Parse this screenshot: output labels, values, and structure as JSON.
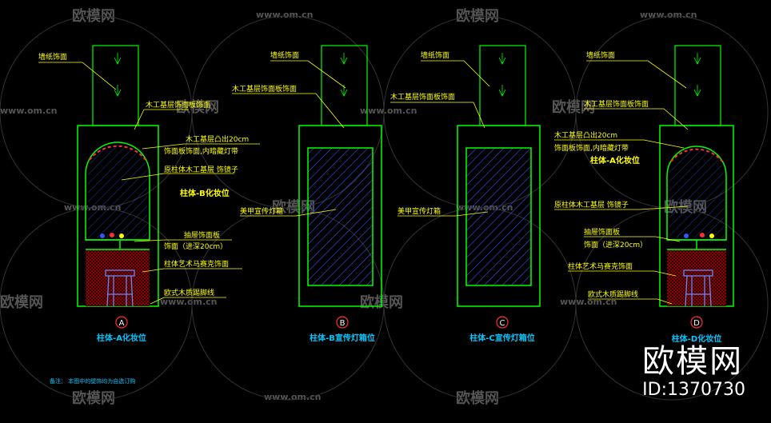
{
  "colors": {
    "background": "#000000",
    "outline": "#00ff00",
    "label_text": "#ffff00",
    "leader": "#ffff00",
    "marker": "#ff3030",
    "panel_hatch": "#3355ff",
    "mosaic": "#8a0000",
    "title_text": "#00c8ff",
    "note_text": "#00c8ff",
    "watermark": "#555555"
  },
  "watermarks": {
    "site": "www.om.cn",
    "brand": "欧模网",
    "stamp_brand": "欧模网",
    "stamp_id": "ID:1370730"
  },
  "note": "备注：   本图中的壁饰均为自选订购",
  "elevations": [
    {
      "id": "A",
      "title": "柱体-A化妆位",
      "style": "arch-mirror",
      "labels": [
        "墙纸饰面",
        "木工基层饰面板饰面",
        "木工基层凸出20cm",
        "饰面板饰面,内暗藏灯带",
        "原柱体木工基层  饰镜子",
        "柱体-B化妆位",
        "抽屉饰面板",
        "饰面（进深20cm）",
        "柱体艺术马赛克饰面",
        "欧式木质踢脚线"
      ]
    },
    {
      "id": "B",
      "title": "柱体-B宣传灯箱位",
      "style": "light-box",
      "labels": [
        "墙纸饰面",
        "木工基层饰面板饰面",
        "美甲宣传灯箱"
      ]
    },
    {
      "id": "C",
      "title": "柱体-C宣传灯箱位",
      "style": "light-box",
      "labels": [
        "墙纸饰面",
        "木工基层饰面板饰面",
        "美甲宣传灯箱"
      ]
    },
    {
      "id": "D",
      "title": "柱体-D化妆位",
      "style": "arch-mirror",
      "labels": [
        "墙纸饰面",
        "木工基层饰面板饰面",
        "木工基层凸出20cm",
        "饰面板饰面,内暗藏灯带",
        "柱体-A化妆位",
        "原柱体木工基层  饰镜子",
        "抽屉饰面板",
        "饰面（进深20cm）",
        "柱体艺术马赛克饰面",
        "欧式木质踢脚线"
      ]
    }
  ]
}
